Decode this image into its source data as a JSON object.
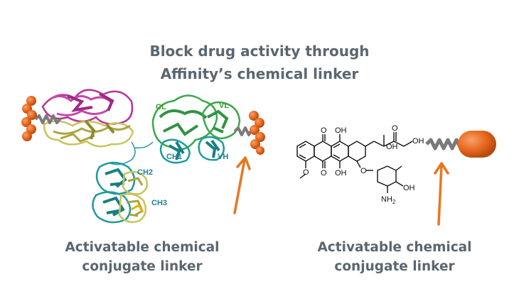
{
  "title": {
    "line1": "Block drug activity through",
    "line2": "Affinity’s chemical linker"
  },
  "left_caption": {
    "line1": "Activatable chemical",
    "line2": "conjugate linker"
  },
  "right_caption": {
    "line1": "Activatable chemical",
    "line2": "conjugate linker"
  },
  "domain_labels": {
    "cl": "CL",
    "vl": "VL",
    "ch1": "CH1",
    "vh": "VH",
    "ch2": "CH2",
    "ch3": "CH3"
  },
  "chem_labels": {
    "o_top1": "O",
    "oh_top": "OH",
    "o_ketone": "O",
    "oh_side": "OH",
    "oh_chain": "OH",
    "o_bottom1": "O",
    "oh_bottom": "OH",
    "o_methoxy": "O",
    "o_ring": "O",
    "oh_sugar": "OH",
    "nh2": "NH2"
  },
  "colors": {
    "text": "#5b6670",
    "arrow": "#e87722",
    "sphere": "#e8671d",
    "spring": "#7a7a7a",
    "green": "#3aa84a",
    "teal": "#1f9aa0",
    "magenta": "#b7359a",
    "olive": "#c8c55a"
  }
}
